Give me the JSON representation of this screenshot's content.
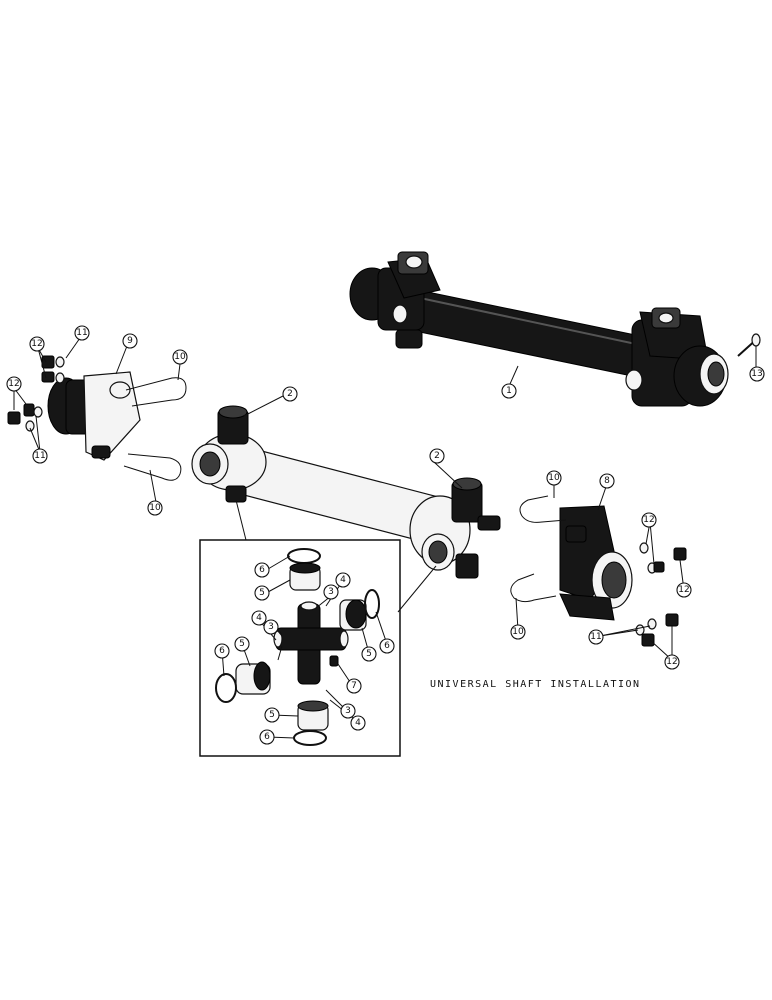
{
  "caption": "UNIVERSAL SHAFT INSTALLATION",
  "callouts": {
    "c1": "1",
    "c2a": "2",
    "c2b": "2",
    "c3a": "3",
    "c3b": "3",
    "c3c": "3",
    "c4a": "4",
    "c4b": "4",
    "c4c": "4",
    "c5a": "5",
    "c5b": "5",
    "c5c": "5",
    "c5d": "5",
    "c6a": "6",
    "c6b": "6",
    "c6c": "6",
    "c6d": "6",
    "c7": "7",
    "c8": "8",
    "c9": "9",
    "c10a": "10",
    "c10b": "10",
    "c10c": "10",
    "c10d": "10",
    "c11a": "11",
    "c11b": "11",
    "c11c": "11",
    "c12a": "12",
    "c12b": "12",
    "c12c": "12",
    "c12d": "12",
    "c12e": "12",
    "c13": "13"
  }
}
